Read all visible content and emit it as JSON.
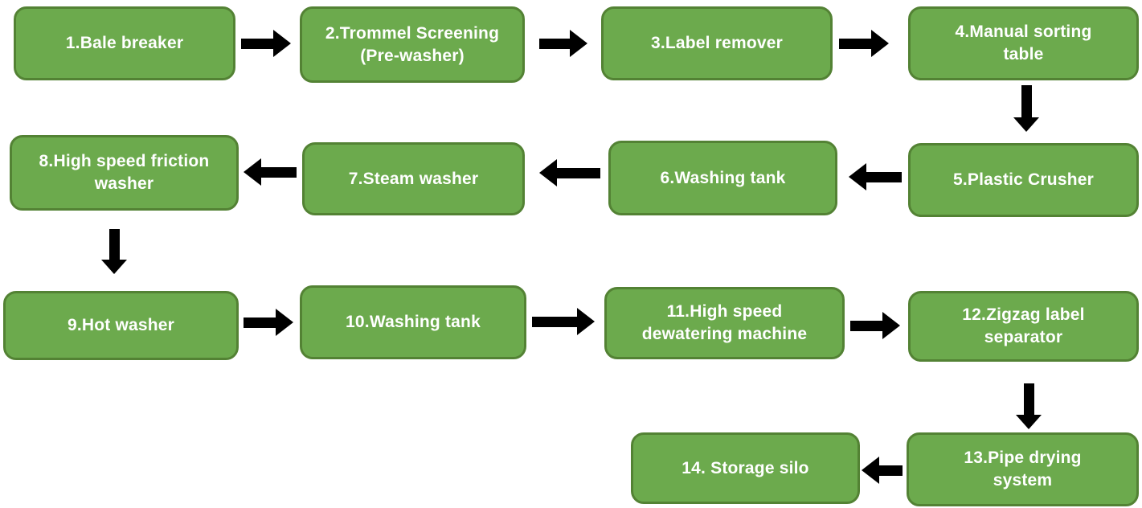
{
  "diagram": {
    "type": "flowchart",
    "colors": {
      "box_fill": "#6caa4d",
      "box_border": "#538234",
      "text": "#ffffff",
      "arrow": "#000000",
      "background": "#ffffff"
    },
    "nodes": [
      {
        "id": 1,
        "label": "1.Bale breaker"
      },
      {
        "id": 2,
        "label": "2.Trommel Screening\n(Pre-washer)"
      },
      {
        "id": 3,
        "label": "3.Label remover"
      },
      {
        "id": 4,
        "label": "4.Manual sorting\ntable"
      },
      {
        "id": 5,
        "label": "5.Plastic Crusher"
      },
      {
        "id": 6,
        "label": "6.Washing tank"
      },
      {
        "id": 7,
        "label": "7.Steam washer"
      },
      {
        "id": 8,
        "label": "8.High speed friction\nwasher"
      },
      {
        "id": 9,
        "label": "9.Hot washer"
      },
      {
        "id": 10,
        "label": "10.Washing tank"
      },
      {
        "id": 11,
        "label": "11.High speed\ndewatering machine"
      },
      {
        "id": 12,
        "label": "12.Zigzag label\nseparator"
      },
      {
        "id": 13,
        "label": "13.Pipe drying\nsystem"
      },
      {
        "id": 14,
        "label": "14. Storage silo"
      }
    ],
    "edges": [
      {
        "from": 1,
        "to": 2,
        "direction": "right"
      },
      {
        "from": 2,
        "to": 3,
        "direction": "right"
      },
      {
        "from": 3,
        "to": 4,
        "direction": "right"
      },
      {
        "from": 4,
        "to": 5,
        "direction": "down"
      },
      {
        "from": 5,
        "to": 6,
        "direction": "left"
      },
      {
        "from": 6,
        "to": 7,
        "direction": "left"
      },
      {
        "from": 7,
        "to": 8,
        "direction": "left"
      },
      {
        "from": 8,
        "to": 9,
        "direction": "down"
      },
      {
        "from": 9,
        "to": 10,
        "direction": "right"
      },
      {
        "from": 10,
        "to": 11,
        "direction": "right"
      },
      {
        "from": 11,
        "to": 12,
        "direction": "right"
      },
      {
        "from": 12,
        "to": 13,
        "direction": "down"
      },
      {
        "from": 13,
        "to": 14,
        "direction": "left"
      }
    ]
  }
}
